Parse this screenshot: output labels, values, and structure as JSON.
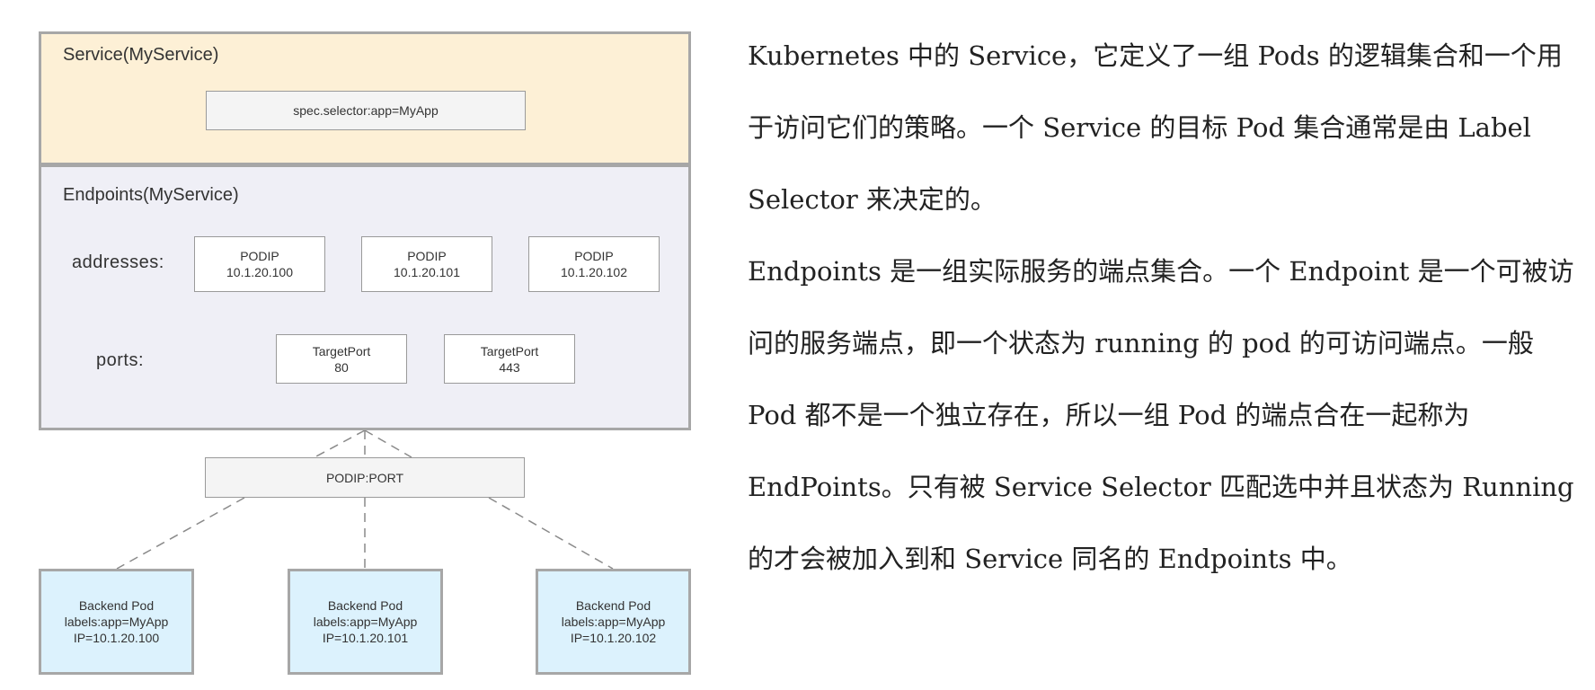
{
  "service": {
    "title": "Service(MyService)",
    "selector": "spec.selector:app=MyApp"
  },
  "endpoints": {
    "title": "Endpoints(MyService)",
    "addresses_label": "addresses:",
    "ports_label": "ports:",
    "addresses": [
      {
        "kind": "PODIP",
        "ip": "10.1.20.100"
      },
      {
        "kind": "PODIP",
        "ip": "10.1.20.101"
      },
      {
        "kind": "PODIP",
        "ip": "10.1.20.102"
      }
    ],
    "ports": [
      {
        "kind": "TargetPort",
        "port": "80"
      },
      {
        "kind": "TargetPort",
        "port": "443"
      }
    ]
  },
  "podip_port": "PODIP:PORT",
  "pods": [
    {
      "name": "Backend Pod",
      "labels": "labels:app=MyApp",
      "ip": "IP=10.1.20.100"
    },
    {
      "name": "Backend Pod",
      "labels": "labels:app=MyApp",
      "ip": "IP=10.1.20.101"
    },
    {
      "name": "Backend Pod",
      "labels": "labels:app=MyApp",
      "ip": "IP=10.1.20.102"
    }
  ],
  "colors": {
    "service_bg": "#fdf0d6",
    "endpoints_bg": "#efeff6",
    "pod_bg": "#dcf2fd",
    "border": "#a7a7a7"
  },
  "description": {
    "paragraph1": "Kubernetes 中的 Service，它定义了一组 Pods 的逻辑集合和一个用于访问它们的策略。一个 Service 的目标 Pod 集合通常是由 Label Selector 来决定的。",
    "paragraph2": "Endpoints 是一组实际服务的端点集合。一个 Endpoint 是一个可被访问的服务端点，即一个状态为 running 的 pod 的可访问端点。一般 Pod 都不是一个独立存在，所以一组 Pod 的端点合在一起称为 EndPoints。只有被 Service Selector 匹配选中并且状态为 Running 的才会被加入到和 Service 同名的 Endpoints 中。"
  }
}
